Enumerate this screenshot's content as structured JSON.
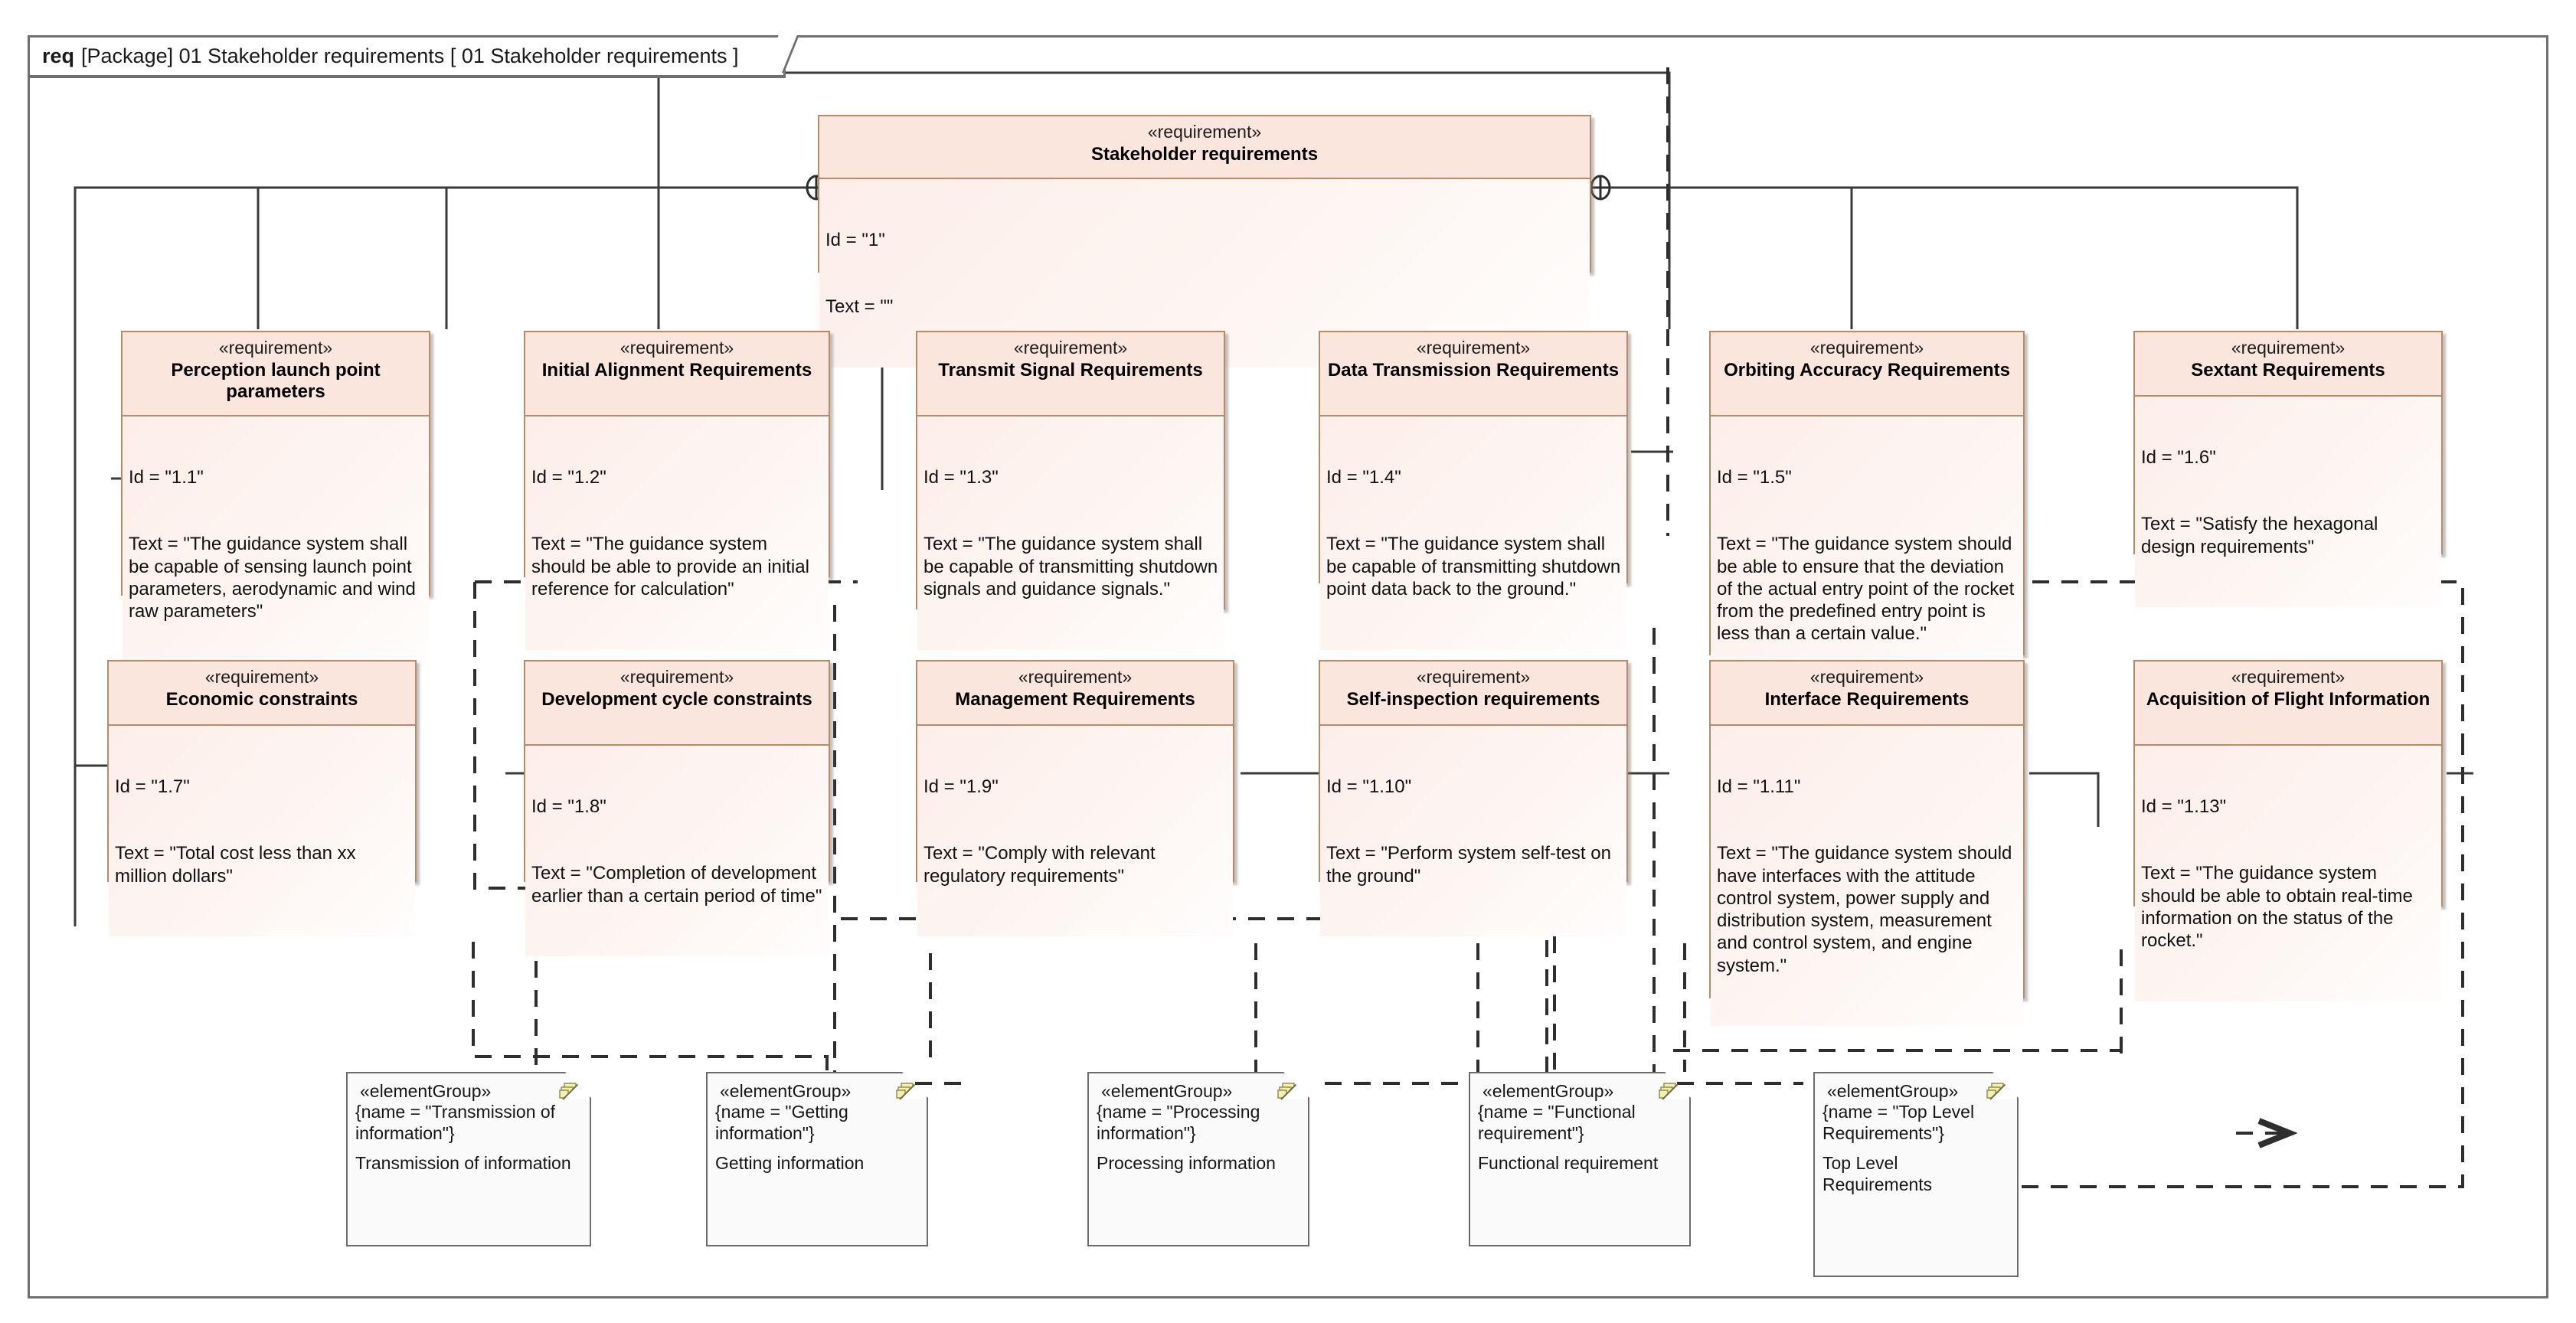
{
  "diagram": {
    "frame_keyword": "req",
    "frame_title": "[Package] 01 Stakeholder requirements [ 01 Stakeholder requirements ]",
    "stereotype_requirement": "«requirement»",
    "stereotype_element_group": "«elementGroup»",
    "colors": {
      "block_border": "#b58b68",
      "block_header_fill": "#fbe6de",
      "block_body_fill": "#fdf2ee",
      "frame_border": "#6f6f6f",
      "note_border": "#6b6b6b",
      "connector": "#3a3a3a",
      "group_icon": "#f5edb0"
    }
  },
  "requirements": [
    {
      "key": "stakeholder",
      "name": "Stakeholder requirements",
      "id_line": "Id = \"1\"",
      "text_line": "Text = \"\""
    },
    {
      "key": "perception",
      "name": "Perception launch point parameters",
      "id_line": "Id = \"1.1\"",
      "text_line": "Text = \"The guidance system shall be capable of sensing launch point parameters, aerodynamic and wind raw parameters\""
    },
    {
      "key": "initial_alignment",
      "name": "Initial Alignment Requirements",
      "id_line": "Id = \"1.2\"",
      "text_line": "Text = \"The guidance system should be able to provide an initial reference for calculation\""
    },
    {
      "key": "transmit_signal",
      "name": "Transmit Signal Requirements",
      "id_line": "Id = \"1.3\"",
      "text_line": "Text = \"The guidance system shall be capable of transmitting shutdown signals and guidance signals.\""
    },
    {
      "key": "data_transmission",
      "name": "Data Transmission Requirements",
      "id_line": "Id = \"1.4\"",
      "text_line": "Text = \"The guidance system shall be capable of transmitting shutdown point data back to the ground.\""
    },
    {
      "key": "orbiting_accuracy",
      "name": "Orbiting Accuracy Requirements",
      "id_line": "Id = \"1.5\"",
      "text_line": "Text = \"The guidance system should be able to ensure that the deviation of the actual entry point of the rocket from the predefined entry point is less than a certain value.\""
    },
    {
      "key": "sextant",
      "name": "Sextant Requirements",
      "id_line": "Id = \"1.6\"",
      "text_line": "Text = \"Satisfy the hexagonal design requirements\""
    },
    {
      "key": "economic",
      "name": "Economic constraints",
      "id_line": "Id = \"1.7\"",
      "text_line": "Text = \"Total cost less than xx million dollars\""
    },
    {
      "key": "development_cycle",
      "name": "Development cycle constraints",
      "id_line": "Id = \"1.8\"",
      "text_line": "Text = \"Completion of development earlier than a certain period of time\""
    },
    {
      "key": "management",
      "name": "Management Requirements",
      "id_line": "Id = \"1.9\"",
      "text_line": "Text = \"Comply with relevant regulatory requirements\""
    },
    {
      "key": "self_inspection",
      "name": "Self-inspection requirements",
      "id_line": "Id = \"1.10\"",
      "text_line": "Text = \"Perform system self-test on the ground\""
    },
    {
      "key": "interface",
      "name": "Interface Requirements",
      "id_line": "Id = \"1.11\"",
      "text_line": "Text = \"The guidance system should have interfaces with the attitude control system, power supply and distribution system, measurement and control system, and engine system.\""
    },
    {
      "key": "acquisition_flight",
      "name": "Acquisition of Flight Information",
      "id_line": "Id = \"1.13\"",
      "text_line": "Text = \"The guidance system should be able to obtain real-time information on the status of the rocket.\""
    }
  ],
  "element_groups": [
    {
      "key": "transmission",
      "group_line": "{name = \"Transmission of information\"}",
      "body": "Transmission of information"
    },
    {
      "key": "getting",
      "group_line": "{name = \"Getting information\"}",
      "body": "Getting information"
    },
    {
      "key": "processing",
      "group_line": "{name = \"Processing information\"}",
      "body": "Processing information"
    },
    {
      "key": "functional",
      "group_line": "{name = \"Functional requirement\"}",
      "body": "Functional requirement"
    },
    {
      "key": "toplevel",
      "group_line": "{name = \"Top Level Requirements\"}",
      "body": "Top Level Requirements"
    }
  ]
}
